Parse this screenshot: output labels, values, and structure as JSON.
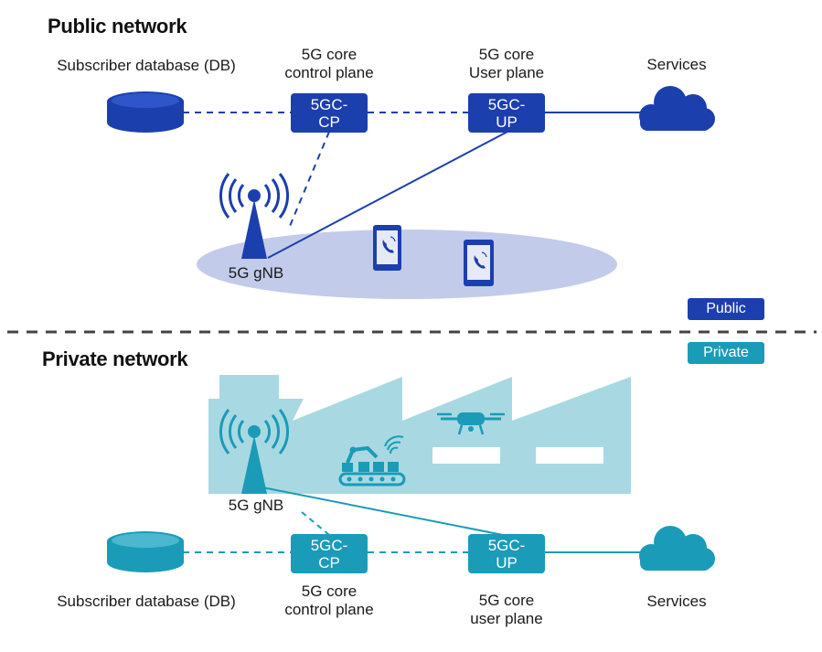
{
  "public": {
    "title": "Public network",
    "db_label": "Subscriber database (DB)",
    "cp_caption": "5G core\ncontrol plane",
    "up_caption": "5G core\nUser plane",
    "services_label": "Services",
    "cp_node": [
      "5GC-",
      "CP"
    ],
    "up_node": [
      "5GC-",
      "UP"
    ],
    "gnb_label": "5G gNB",
    "tag": "Public"
  },
  "private": {
    "title": "Private network",
    "db_label": "Subscriber database (DB)",
    "cp_caption": "5G core\ncontrol plane",
    "up_caption": "5G core\nuser plane",
    "services_label": "Services",
    "cp_node": [
      "5GC-",
      "CP"
    ],
    "up_node": [
      "5GC-",
      "UP"
    ],
    "gnb_label": "5G gNB",
    "tag": "Private"
  },
  "colors": {
    "public_accent": "#1c3fae",
    "private_accent": "#1a9bb8",
    "coverage_area": "#c3cbea",
    "factory": "#a8d9e2"
  },
  "icons": [
    "database-icon",
    "cloud-icon",
    "antenna-icon",
    "phone-icon",
    "drone-icon",
    "robot-arm-icon"
  ]
}
